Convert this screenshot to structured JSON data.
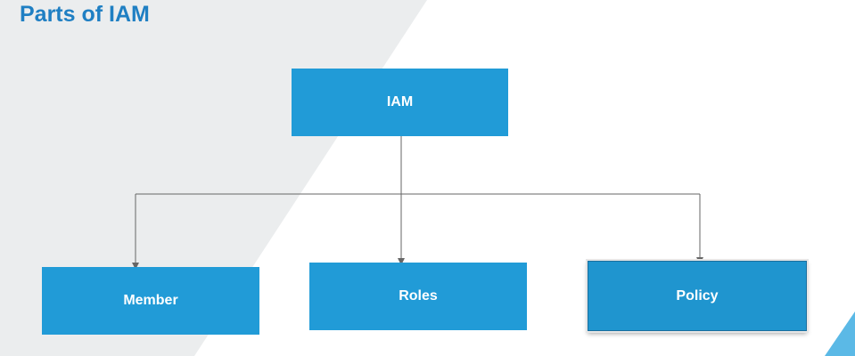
{
  "slide": {
    "title": "Parts of IAM"
  },
  "diagram": {
    "root": {
      "label": "IAM"
    },
    "children": [
      {
        "label": "Member"
      },
      {
        "label": "Roles"
      },
      {
        "label": "Policy"
      }
    ]
  },
  "colors": {
    "title": "#1f7fc3",
    "node_fill": "#219bd7",
    "background_gray": "#ebedee",
    "connector": "#666666",
    "accent": "#5bb9e6"
  }
}
